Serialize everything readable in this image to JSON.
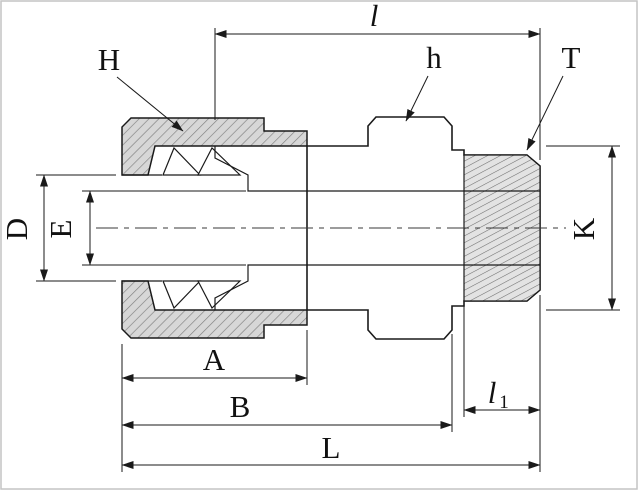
{
  "drawing": {
    "labels": {
      "top_length": "l",
      "nut_hex": "H",
      "body_hex": "h",
      "thread": "T",
      "tube_hole_dia": "D",
      "bore_dia": "E",
      "across_flats": "K",
      "nut_length": "A",
      "body_length": "B",
      "thread_length_main": "l",
      "thread_length_sub": "1",
      "overall_length": "L"
    },
    "colors": {
      "outline": "#1a1a1a",
      "section_hatch_fill": "#d7d7d7",
      "section_hatch_line": "#808080",
      "thread_hatch_fill": "#e3e3e3",
      "thread_hatch_line": "#6e6e6e",
      "background": "#ffffff",
      "frame_border": "#c4c4c4"
    }
  }
}
